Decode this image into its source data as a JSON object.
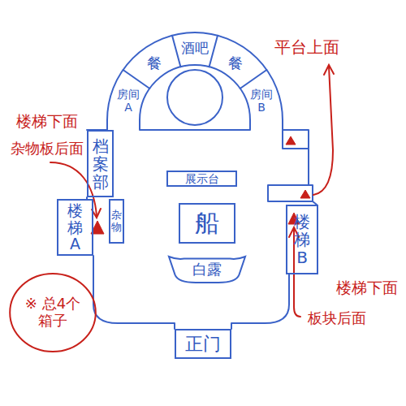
{
  "diagram": {
    "nodes": [
      {
        "text": [
          "餐"
        ]
      },
      {
        "text": [
          "酒吧"
        ]
      },
      {
        "text": [
          "餐"
        ]
      },
      {
        "text": [
          "房间A"
        ]
      },
      {
        "text": [
          "房间B"
        ]
      },
      {
        "text": [
          "档案部"
        ]
      },
      {
        "text": [
          "展示台"
        ]
      },
      {
        "text": [
          "楼梯A"
        ]
      },
      {
        "text": [
          "杂物"
        ]
      },
      {
        "text": [
          "船"
        ]
      },
      {
        "text": [
          "楼梯B"
        ]
      },
      {
        "text": [
          "白露"
        ]
      },
      {
        "text": [
          "正门"
        ]
      },
      {
        "text": [
          "※ 总4个 箱子"
        ]
      }
    ],
    "labels": [
      "平台上面",
      "楼梯下面",
      "杂物板后面",
      "楼梯下面",
      "板块后面"
    ]
  }
}
